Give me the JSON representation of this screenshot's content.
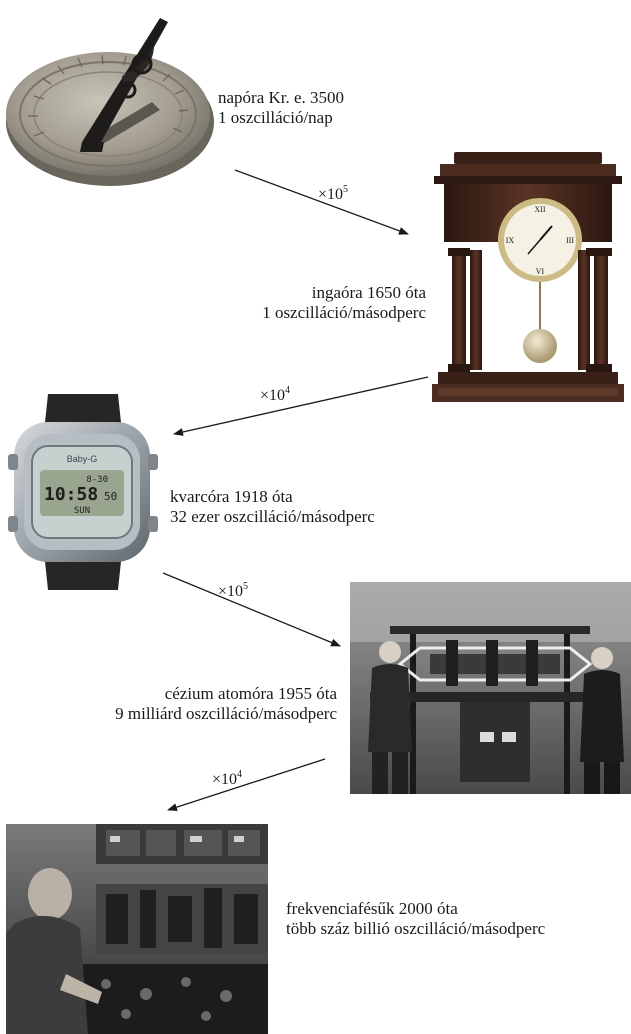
{
  "stages": [
    {
      "name": "napóra Kr. e. 3500",
      "rate": "1 oszcilláció/nap"
    },
    {
      "name": "ingaóra 1650 óta",
      "rate": "1 oszcilláció/másodperc"
    },
    {
      "name": "kvarcóra 1918 óta",
      "rate": "32 ezer oszcilláció/másodperc"
    },
    {
      "name": "cézium atomóra 1955 óta",
      "rate": "9 milliárd oszcilláció/másodperc"
    },
    {
      "name": "frekvenciafésűk 2000 óta",
      "rate": "több száz billió oszcilláció/másodperc"
    }
  ],
  "steps": [
    {
      "prefix": "×10",
      "exponent": "5"
    },
    {
      "prefix": "×10",
      "exponent": "4"
    },
    {
      "prefix": "×10",
      "exponent": "5"
    },
    {
      "prefix": "×10",
      "exponent": "4"
    }
  ],
  "watch": {
    "brand": "Baby-G",
    "top_row": "8-30",
    "time": "10:58",
    "seconds": "50",
    "day": "SUN"
  },
  "colors": {
    "ink": "#1a1a1a",
    "stone": "#9a948a",
    "wood": "#4a2a1c",
    "brass": "#c9b98a",
    "watch_case": "#a9b0b5",
    "lcd": "#9aa590"
  }
}
